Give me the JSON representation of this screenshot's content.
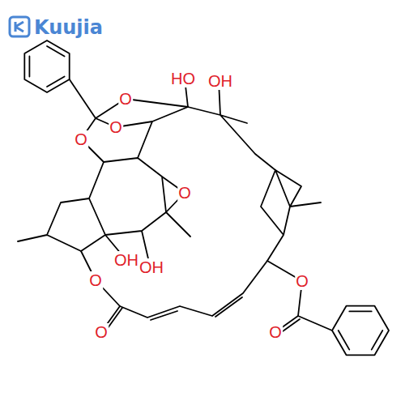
{
  "diagram": {
    "labels": [
      "Kuujia",
      "HO",
      "OH",
      "O",
      "O",
      "O",
      "O",
      "OH",
      "OH",
      "O",
      "O",
      "O",
      "O"
    ]
  }
}
